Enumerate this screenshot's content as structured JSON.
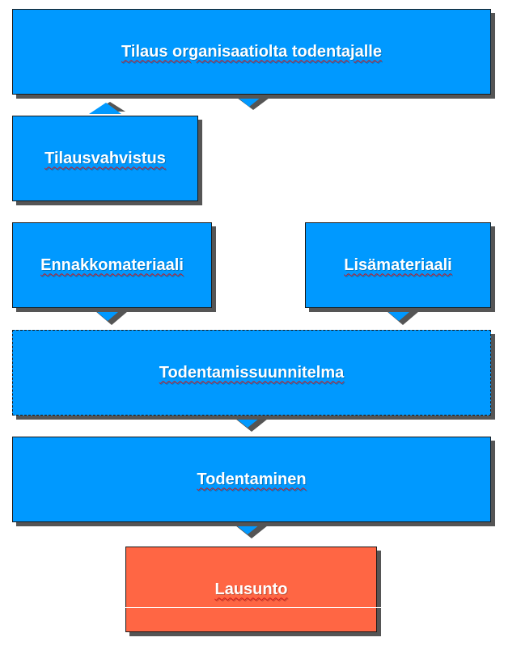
{
  "colors": {
    "process_fill": "#0099ff",
    "result_fill": "#ff6644",
    "border": "#1a1a1a",
    "shadow": "#555555",
    "text": "#ffffff"
  },
  "boxes": {
    "tilaus": "Tilaus organisaatiolta todentajalle",
    "tilausvahvistus": "Tilausvahvistus",
    "ennakkomateriaali": "Ennakkomateriaali",
    "lisamateriaali": "Lisämateriaali",
    "todentamissuunnitelma": "Todentamissuunnitelma",
    "todentaminen": "Todentaminen",
    "lausunto": "Lausunto"
  }
}
